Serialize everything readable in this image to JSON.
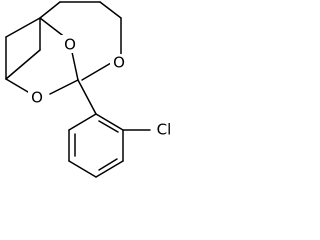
{
  "atoms": [
    {
      "id": "o_left",
      "symbol": "O"
    },
    {
      "id": "o_middle",
      "symbol": "O"
    },
    {
      "id": "o_right",
      "symbol": "O"
    },
    {
      "id": "cl",
      "symbol": "Cl"
    }
  ]
}
